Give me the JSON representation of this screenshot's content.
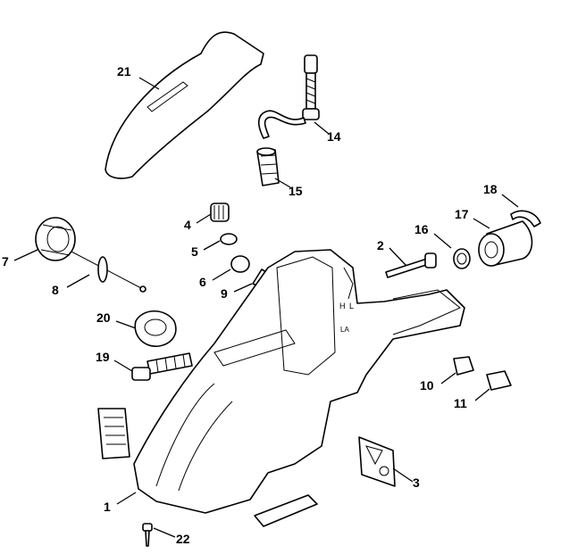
{
  "diagram": {
    "type": "exploded parts diagram",
    "callouts": [
      {
        "id": "21",
        "label": "21"
      },
      {
        "id": "14",
        "label": "14"
      },
      {
        "id": "15",
        "label": "15"
      },
      {
        "id": "18",
        "label": "18"
      },
      {
        "id": "17",
        "label": "17"
      },
      {
        "id": "16",
        "label": "16"
      },
      {
        "id": "4",
        "label": "4"
      },
      {
        "id": "5",
        "label": "5"
      },
      {
        "id": "2",
        "label": "2"
      },
      {
        "id": "7",
        "label": "7"
      },
      {
        "id": "8",
        "label": "8"
      },
      {
        "id": "6",
        "label": "6"
      },
      {
        "id": "9",
        "label": "9"
      },
      {
        "id": "20",
        "label": "20"
      },
      {
        "id": "19",
        "label": "19"
      },
      {
        "id": "10",
        "label": "10"
      },
      {
        "id": "11",
        "label": "11"
      },
      {
        "id": "3",
        "label": "3"
      },
      {
        "id": "1",
        "label": "1"
      },
      {
        "id": "22",
        "label": "22"
      }
    ],
    "housing_marks": [
      "H",
      "L",
      "LA"
    ]
  }
}
